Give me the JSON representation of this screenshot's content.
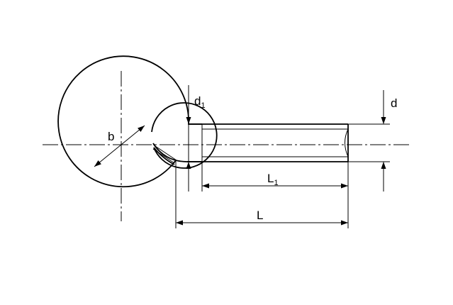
{
  "drawing": {
    "labels": {
      "b": "b",
      "d1": "d",
      "d1_sub": "1",
      "d": "d",
      "L1": "L",
      "L1_sub": "1",
      "L": "L"
    },
    "colors": {
      "line": "#000000",
      "background": "#ffffff"
    }
  }
}
